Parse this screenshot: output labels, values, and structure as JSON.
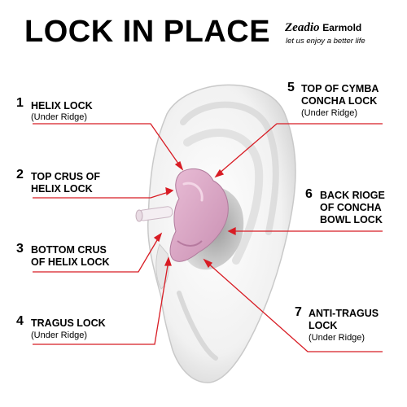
{
  "header": {
    "title": "LOCK IN PLACE",
    "brand_name": "Zeadio",
    "brand_suffix": "Earmold",
    "tagline": "let us enjoy a better life"
  },
  "labels": [
    {
      "number": "1",
      "name": "HELIX LOCK",
      "note": "(Under Ridge)"
    },
    {
      "number": "2",
      "name": "TOP CRUS OF\nHELIX LOCK",
      "note": ""
    },
    {
      "number": "3",
      "name": "BOTTOM CRUS\nOF HELIX LOCK",
      "note": ""
    },
    {
      "number": "4",
      "name": "TRAGUS LOCK",
      "note": "(Under Ridge)"
    },
    {
      "number": "5",
      "name": "TOP OF CYMBA\nCONCHA LOCK",
      "note": "(Under Ridge)"
    },
    {
      "number": "6",
      "name": "BACK RIOGE\nOF CONCHA\nBOWL LOCK",
      "note": ""
    },
    {
      "number": "7",
      "name": "ANTI-TRAGUS\nLOCK",
      "note": "(Under Ridge)"
    }
  ],
  "colors": {
    "pointer_line": "#d81c24",
    "earmold": "#d9a3c4",
    "ear_shadow": "#c4c4c4"
  },
  "icons": [
    "ear-illustration",
    "earmold-illustration"
  ]
}
